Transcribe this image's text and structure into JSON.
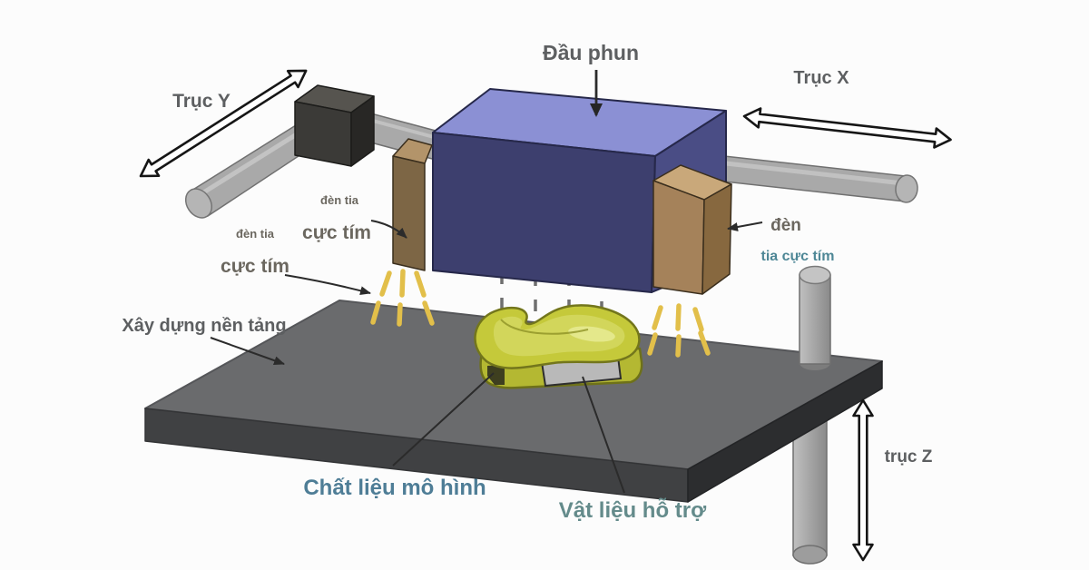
{
  "diagram": {
    "labels": {
      "print_head": "Đầu phun",
      "axis_x": "Trục X",
      "axis_y": "Trục Y",
      "axis_z": "trục Z",
      "uv_left_top_line1": "đèn tia",
      "uv_left_top_line2": "cực tím",
      "uv_left_bottom_line1": "đèn tia",
      "uv_left_bottom_line2": "cực tím",
      "uv_right_line1": "đèn",
      "uv_right_line2": "tia cực tím",
      "build_platform": "Xây dựng nền tảng",
      "model_material": "Chất liệu mô hình",
      "support_material": "Vật liệu hỗ trợ"
    },
    "colors": {
      "background": "#fcfcfc",
      "print_head_top": "#8b90d4",
      "print_head_front": "#3d3f6e",
      "print_head_side": "#4a4d85",
      "lamp_left_front": "#7d6645",
      "lamp_left_top": "#b3946a",
      "lamp_right_front": "#a5825a",
      "lamp_right_side": "#87683f",
      "lamp_right_top": "#c9a87a",
      "platform_top": "#6a6b6d",
      "platform_front": "#404143",
      "platform_side": "#2c2d2f",
      "carriage_front": "#3b3a37",
      "carriage_top": "#56544f",
      "carriage_side": "#282725",
      "rod_gray": "#a9a9a9",
      "model_yellow": "#c5c93a",
      "model_base": "#b4b832",
      "model_highlight": "#d3d75f",
      "model_outline": "#73761c",
      "support_gray": "#b9b9b9",
      "uv_ray": "#e2bf4a",
      "jet_gray": "#6f6f6f",
      "label_dark": "#5d5f61",
      "label_warm": "#6b675f",
      "label_teal": "#4e8796",
      "model_label_blue": "#4e7d96",
      "support_label_teal": "#648b8b",
      "arrow_black": "#2b2b2b"
    }
  }
}
